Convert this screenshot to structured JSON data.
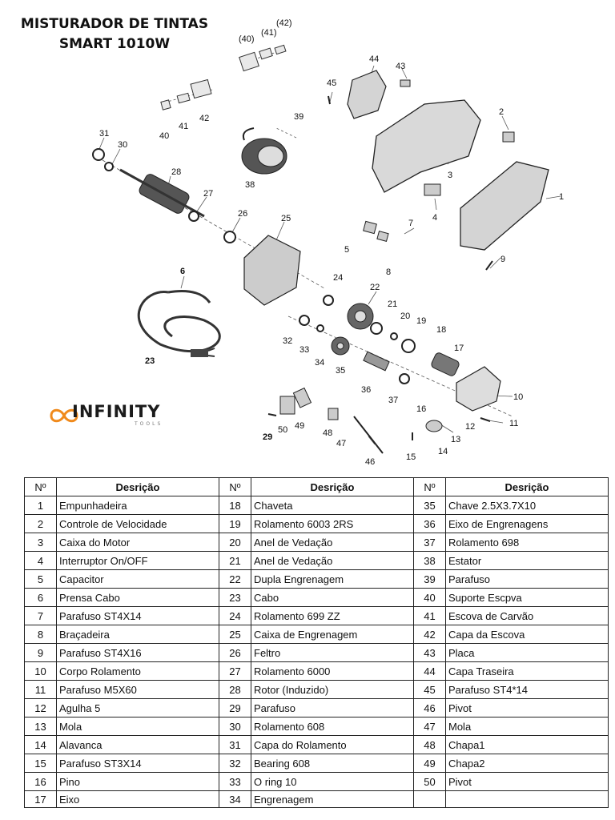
{
  "title": {
    "line1": "MISTURADOR DE TINTAS",
    "line2": "SMART 1010W"
  },
  "logo": {
    "word": "INFINITY",
    "sub": "TOOLS"
  },
  "callouts": [
    "(40)",
    "(41)",
    "(42)",
    "44",
    "43",
    "45",
    "40",
    "41",
    "42",
    "39",
    "2",
    "31",
    "30",
    "28",
    "38",
    "3",
    "27",
    "1",
    "26",
    "25",
    "4",
    "7",
    "5",
    "8",
    "9",
    "6",
    "24",
    "22",
    "21",
    "20",
    "19",
    "18",
    "32",
    "33",
    "17",
    "34",
    "35",
    "36",
    "37",
    "10",
    "23",
    "16",
    "11",
    "12",
    "13",
    "14",
    "15",
    "50",
    "49",
    "48",
    "47",
    "29",
    "46"
  ],
  "table": {
    "headers": [
      "Nº",
      "Desrição",
      "Nº",
      "Desrição",
      "Nº",
      "Desrição"
    ],
    "rows": [
      [
        "1",
        "Empunhadeira",
        "18",
        "Chaveta",
        "35",
        "Chave 2.5X3.7X10"
      ],
      [
        "2",
        "Controle de Velocidade",
        "19",
        "Rolamento 6003 2RS",
        "36",
        "Eixo de Engrenagens"
      ],
      [
        "3",
        "Caixa do Motor",
        "20",
        "Anel de Vedação",
        "37",
        "Rolamento 698"
      ],
      [
        "4",
        "Interruptor On/OFF",
        "21",
        "Anel de Vedação",
        "38",
        "Estator"
      ],
      [
        "5",
        "Capacitor",
        "22",
        "Dupla Engrenagem",
        "39",
        "Parafuso"
      ],
      [
        "6",
        "Prensa Cabo",
        "23",
        "Cabo",
        "40",
        "Suporte Escpva"
      ],
      [
        "7",
        "Parafuso ST4X14",
        "24",
        "Rolamento 699 ZZ",
        "41",
        "Escova de Carvão"
      ],
      [
        "8",
        "Braçadeira",
        "25",
        "Caixa de Engrenagem",
        "42",
        "Capa da Escova"
      ],
      [
        "9",
        "Parafuso ST4X16",
        "26",
        "Feltro",
        "43",
        "Placa"
      ],
      [
        "10",
        "Corpo Rolamento",
        "27",
        "Rolamento 6000",
        "44",
        "Capa Traseira"
      ],
      [
        "11",
        "Parafuso M5X60",
        "28",
        "Rotor (Induzido)",
        "45",
        "Parafuso ST4*14"
      ],
      [
        "12",
        "Agulha 5",
        "29",
        "Parafuso",
        "46",
        "Pivot"
      ],
      [
        "13",
        "Mola",
        "30",
        "Rolamento 608",
        "47",
        "Mola"
      ],
      [
        "14",
        "Alavanca",
        "31",
        "Capa do Rolamento",
        "48",
        "Chapa1"
      ],
      [
        "15",
        "Parafuso ST3X14",
        "32",
        "Bearing 608",
        "49",
        "Chapa2"
      ],
      [
        "16",
        "Pino",
        "33",
        "O ring 10",
        "50",
        "Pivot"
      ],
      [
        "17",
        "Eixo",
        "34",
        "Engrenagem",
        "",
        ""
      ]
    ]
  }
}
